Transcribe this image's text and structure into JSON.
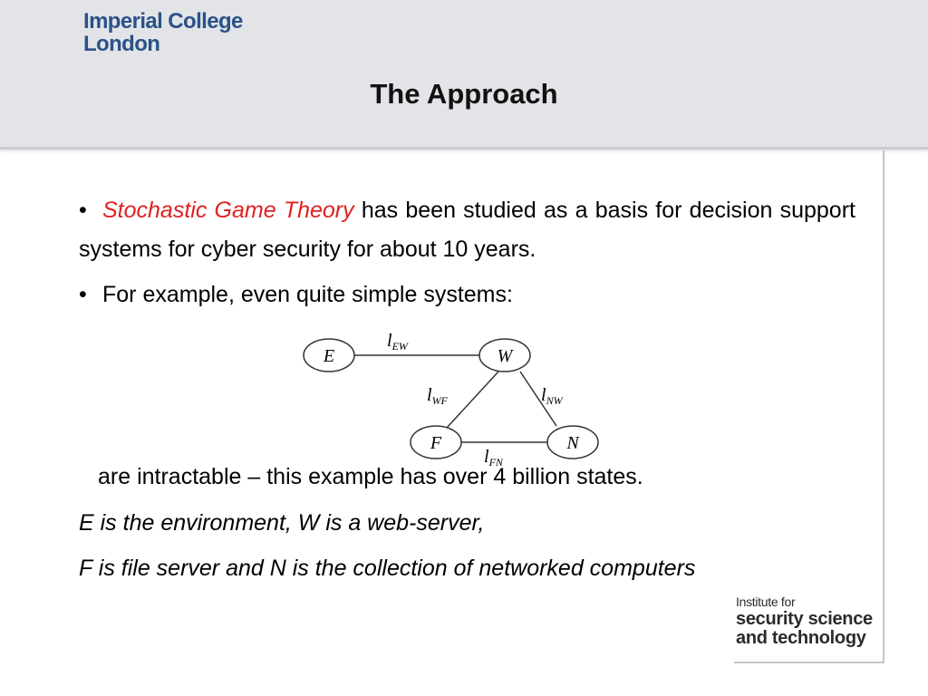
{
  "header": {
    "logo_line1": "Imperial College",
    "logo_line2": "London",
    "title": "The Approach"
  },
  "content": {
    "bullet1_highlight": "Stochastic Game Theory",
    "bullet1_rest": " has been studied as a basis for decision support systems for cyber security for about 10 years.",
    "bullet2": "For example, even quite simple systems:",
    "line3": "are intractable – this example has over 4 billion states.",
    "line4": "E is the environment, W is a web-server,",
    "line5": "F is file server and N is the collection of networked computers"
  },
  "diagram": {
    "nodes": {
      "e": "E",
      "w": "W",
      "f": "F",
      "n": "N"
    },
    "edges": {
      "ew": "EW",
      "wf": "WF",
      "nw": "NW",
      "fn": "FN"
    },
    "edge_symbol": "l"
  },
  "footer": {
    "inst_line1": "Institute for",
    "inst_line2": "security science",
    "inst_line3": "and technology"
  },
  "colors": {
    "highlight": "#e02020",
    "brand": "#2a5288",
    "header_bg": "#e2e4e8"
  }
}
